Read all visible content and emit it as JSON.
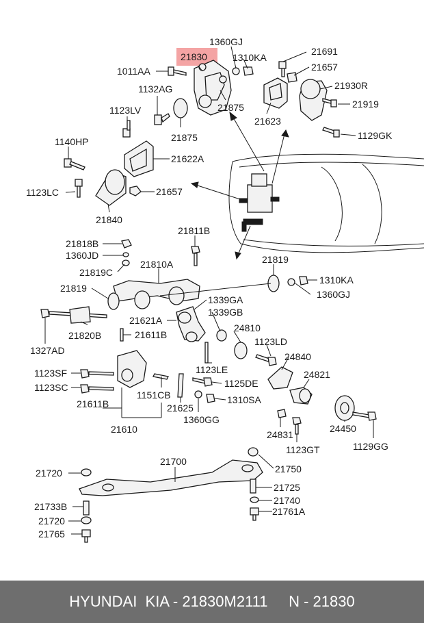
{
  "labels": {
    "l_21830": "21830",
    "l_1360GJ_top": "1360GJ",
    "l_1310KA_top": "1310KA",
    "l_21691": "21691",
    "l_21657_top": "21657",
    "l_21930R": "21930R",
    "l_21919": "21919",
    "l_1129GK": "1129GK",
    "l_1011AA": "1011AA",
    "l_1132AG": "1132AG",
    "l_1123LV": "1123LV",
    "l_21875_a": "21875",
    "l_21875_b": "21875",
    "l_21623": "21623",
    "l_1140HP": "1140HP",
    "l_21622A": "21622A",
    "l_1123LC": "1123LC",
    "l_21657_mid": "21657",
    "l_21840": "21840",
    "l_21818B": "21818B",
    "l_1360JD": "1360JD",
    "l_21819C": "21819C",
    "l_21819_left": "21819",
    "l_21811B": "21811B",
    "l_21810A": "21810A",
    "l_21819_right": "21819",
    "l_1310KA_mid": "1310KA",
    "l_1360GJ_mid": "1360GJ",
    "l_1339GA": "1339GA",
    "l_1339GB": "1339GB",
    "l_21621A": "21621A",
    "l_24810": "24810",
    "l_1327AD": "1327AD",
    "l_21820B": "21820B",
    "l_21611B_top": "21611B",
    "l_1123LD": "1123LD",
    "l_24840": "24840",
    "l_1123LE": "1123LE",
    "l_24821": "24821",
    "l_1123SF": "1123SF",
    "l_1125DE": "1125DE",
    "l_1123SC": "1123SC",
    "l_1151CB": "1151CB",
    "l_1310SA": "1310SA",
    "l_21611B_bot": "21611B",
    "l_21625": "21625",
    "l_1360GG": "1360GG",
    "l_24831": "24831",
    "l_24450": "24450",
    "l_1129GG": "1129GG",
    "l_21610": "21610",
    "l_1123GT": "1123GT",
    "l_21700": "21700",
    "l_21720_a": "21720",
    "l_21750": "21750",
    "l_21725": "21725",
    "l_21733B": "21733B",
    "l_21740": "21740",
    "l_21720_b": "21720",
    "l_21761A": "21761A",
    "l_21765": "21765"
  },
  "footer": {
    "text": "HYUNDAI  KIA - 21830M2111     N - 21830"
  },
  "colors": {
    "highlight": "#f4a4a4",
    "footer_bg": "#6e6e6e",
    "ink": "#1a1a1a"
  }
}
